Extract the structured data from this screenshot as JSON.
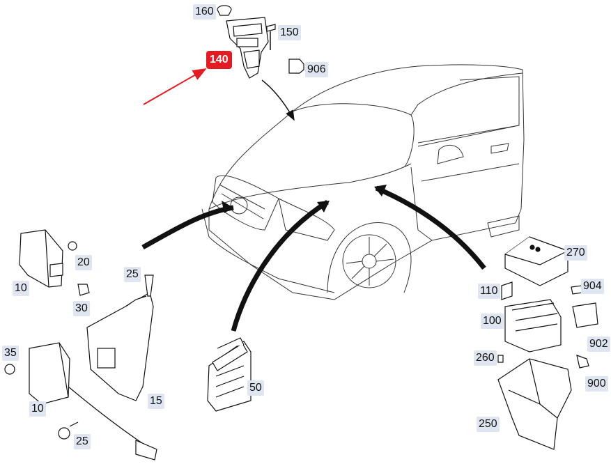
{
  "diagram": {
    "callouts": {
      "c160": "160",
      "c150": "150",
      "c140": "140",
      "c906": "906",
      "c270": "270",
      "c904": "904",
      "c110": "110",
      "c100": "100",
      "c902": "902",
      "c260": "260",
      "c900": "900",
      "c250": "250",
      "c10a": "10",
      "c20": "20",
      "c30": "30",
      "c25a": "25",
      "c15": "15",
      "c35": "35",
      "c10b": "10",
      "c25b": "25",
      "c50": "50"
    },
    "colors": {
      "line": "#111111",
      "callout_bg": "#dfe6f1",
      "highlight": "#e31b23"
    }
  }
}
